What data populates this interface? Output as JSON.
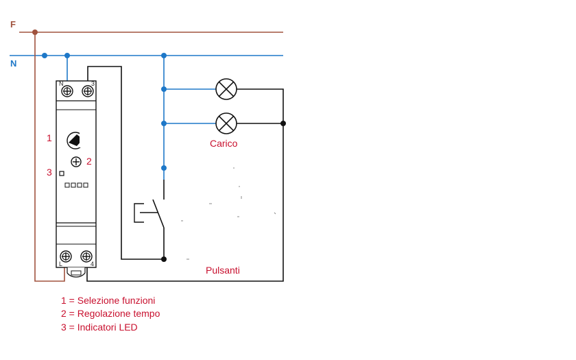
{
  "lines": {
    "phase_label": "F",
    "neutral_label": "N",
    "phase_color": "#a0523d",
    "neutral_color": "#1e78c8"
  },
  "device": {
    "terminal_n": "N",
    "terminal_3": "3",
    "terminal_l": "L",
    "terminal_4": "4",
    "callout_1": "1",
    "callout_2": "2",
    "callout_3": "3"
  },
  "labels": {
    "load": "Carico",
    "buttons": "Pulsanti"
  },
  "legend": [
    "1 = Selezione funzioni",
    "2 = Regolazione tempo",
    "3 = Indicatori LED"
  ],
  "colors": {
    "label_red": "#c8102e",
    "wire_black": "#111111"
  }
}
